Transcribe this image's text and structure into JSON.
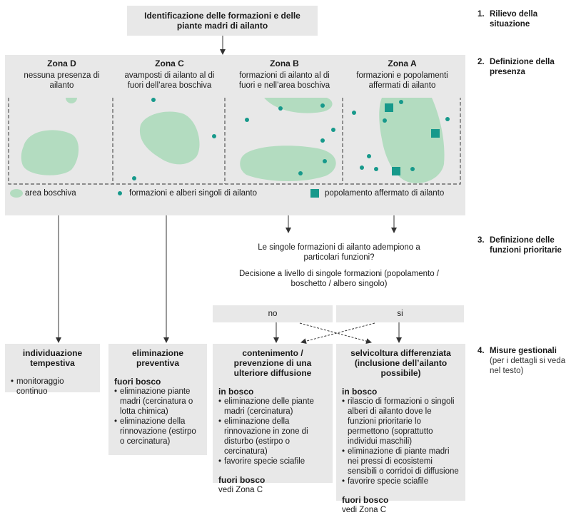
{
  "top_box": {
    "title": "Identificazione delle formazioni e delle piante madri di ailanto"
  },
  "steps": [
    {
      "number": "1.",
      "title": "Rilievo della situazione"
    },
    {
      "number": "2.",
      "title": "Definizione della presenza"
    },
    {
      "number": "3.",
      "title": "Definizione delle funzioni prioritarie"
    },
    {
      "number": "4.",
      "title": "Misure gestionali",
      "note": "(per i dettagli si veda nel testo)"
    }
  ],
  "zones": [
    {
      "title": "Zona D",
      "description": "nessuna presenza di ailanto"
    },
    {
      "title": "Zona C",
      "description": "avamposti di ailanto al di fuori dell’area boschiva"
    },
    {
      "title": "Zona B",
      "description": "formazioni di ailanto al di fuori e nell’area boschiva"
    },
    {
      "title": "Zona A",
      "description": "formazioni e popolamenti affermati di ailanto"
    }
  ],
  "legend": [
    {
      "label": "area boschiva",
      "icon": "green-area-icon"
    },
    {
      "label": "formazioni e alberi singoli di ailanto",
      "icon": "teal-dot-icon"
    },
    {
      "label": "popolamento affermato di ailanto",
      "icon": "teal-square-icon"
    }
  ],
  "colors": {
    "background": "#e8e8e8",
    "forest": "#b3dcc0",
    "ailanto": "#17998b"
  },
  "question": {
    "text": "Le singole formazioni di ailanto adempiono a particolari funzioni?",
    "decision": "Decisione a livello di singole formazioni (popolamento / boschetto / albero singolo)"
  },
  "answers": {
    "no": "no",
    "yes": "si"
  },
  "measures": [
    {
      "title": "individuazione tempestiva",
      "sections": [
        {
          "heading": "",
          "items": [
            "monitoraggio continuo"
          ]
        }
      ]
    },
    {
      "title": "eliminazione preventiva",
      "sections": [
        {
          "heading": "fuori bosco",
          "items": [
            "eliminazione piante madri (cercinatura o lotta chimica)",
            "eliminazione della rinnovazione (estirpo o cercinatura)"
          ]
        }
      ]
    },
    {
      "title": "contenimento / prevenzione di una ulteriore diffusione",
      "sections": [
        {
          "heading": "in bosco",
          "items": [
            "eliminazione delle piante madri (cercinatura)",
            "eliminazione della rinnovazione in zone di disturbo (estirpo o cercinatura)",
            "favorire specie sciafile"
          ]
        },
        {
          "heading": "fuori bosco",
          "text": "vedi Zona C"
        }
      ]
    },
    {
      "title": "selvicoltura differenziata (inclusione dell’ailanto possibile)",
      "sections": [
        {
          "heading": "in bosco",
          "items": [
            "rilascio di formazioni o singoli alberi di ailanto dove le funzioni prioritarie lo permettono (soprattutto individui maschili)",
            "eliminazione di piante madri nei pressi di ecosistemi sensibili o corridoi di diffusione",
            "favorire specie sciafile"
          ]
        },
        {
          "heading": "fuori bosco",
          "text": "vedi Zona C"
        }
      ]
    }
  ]
}
